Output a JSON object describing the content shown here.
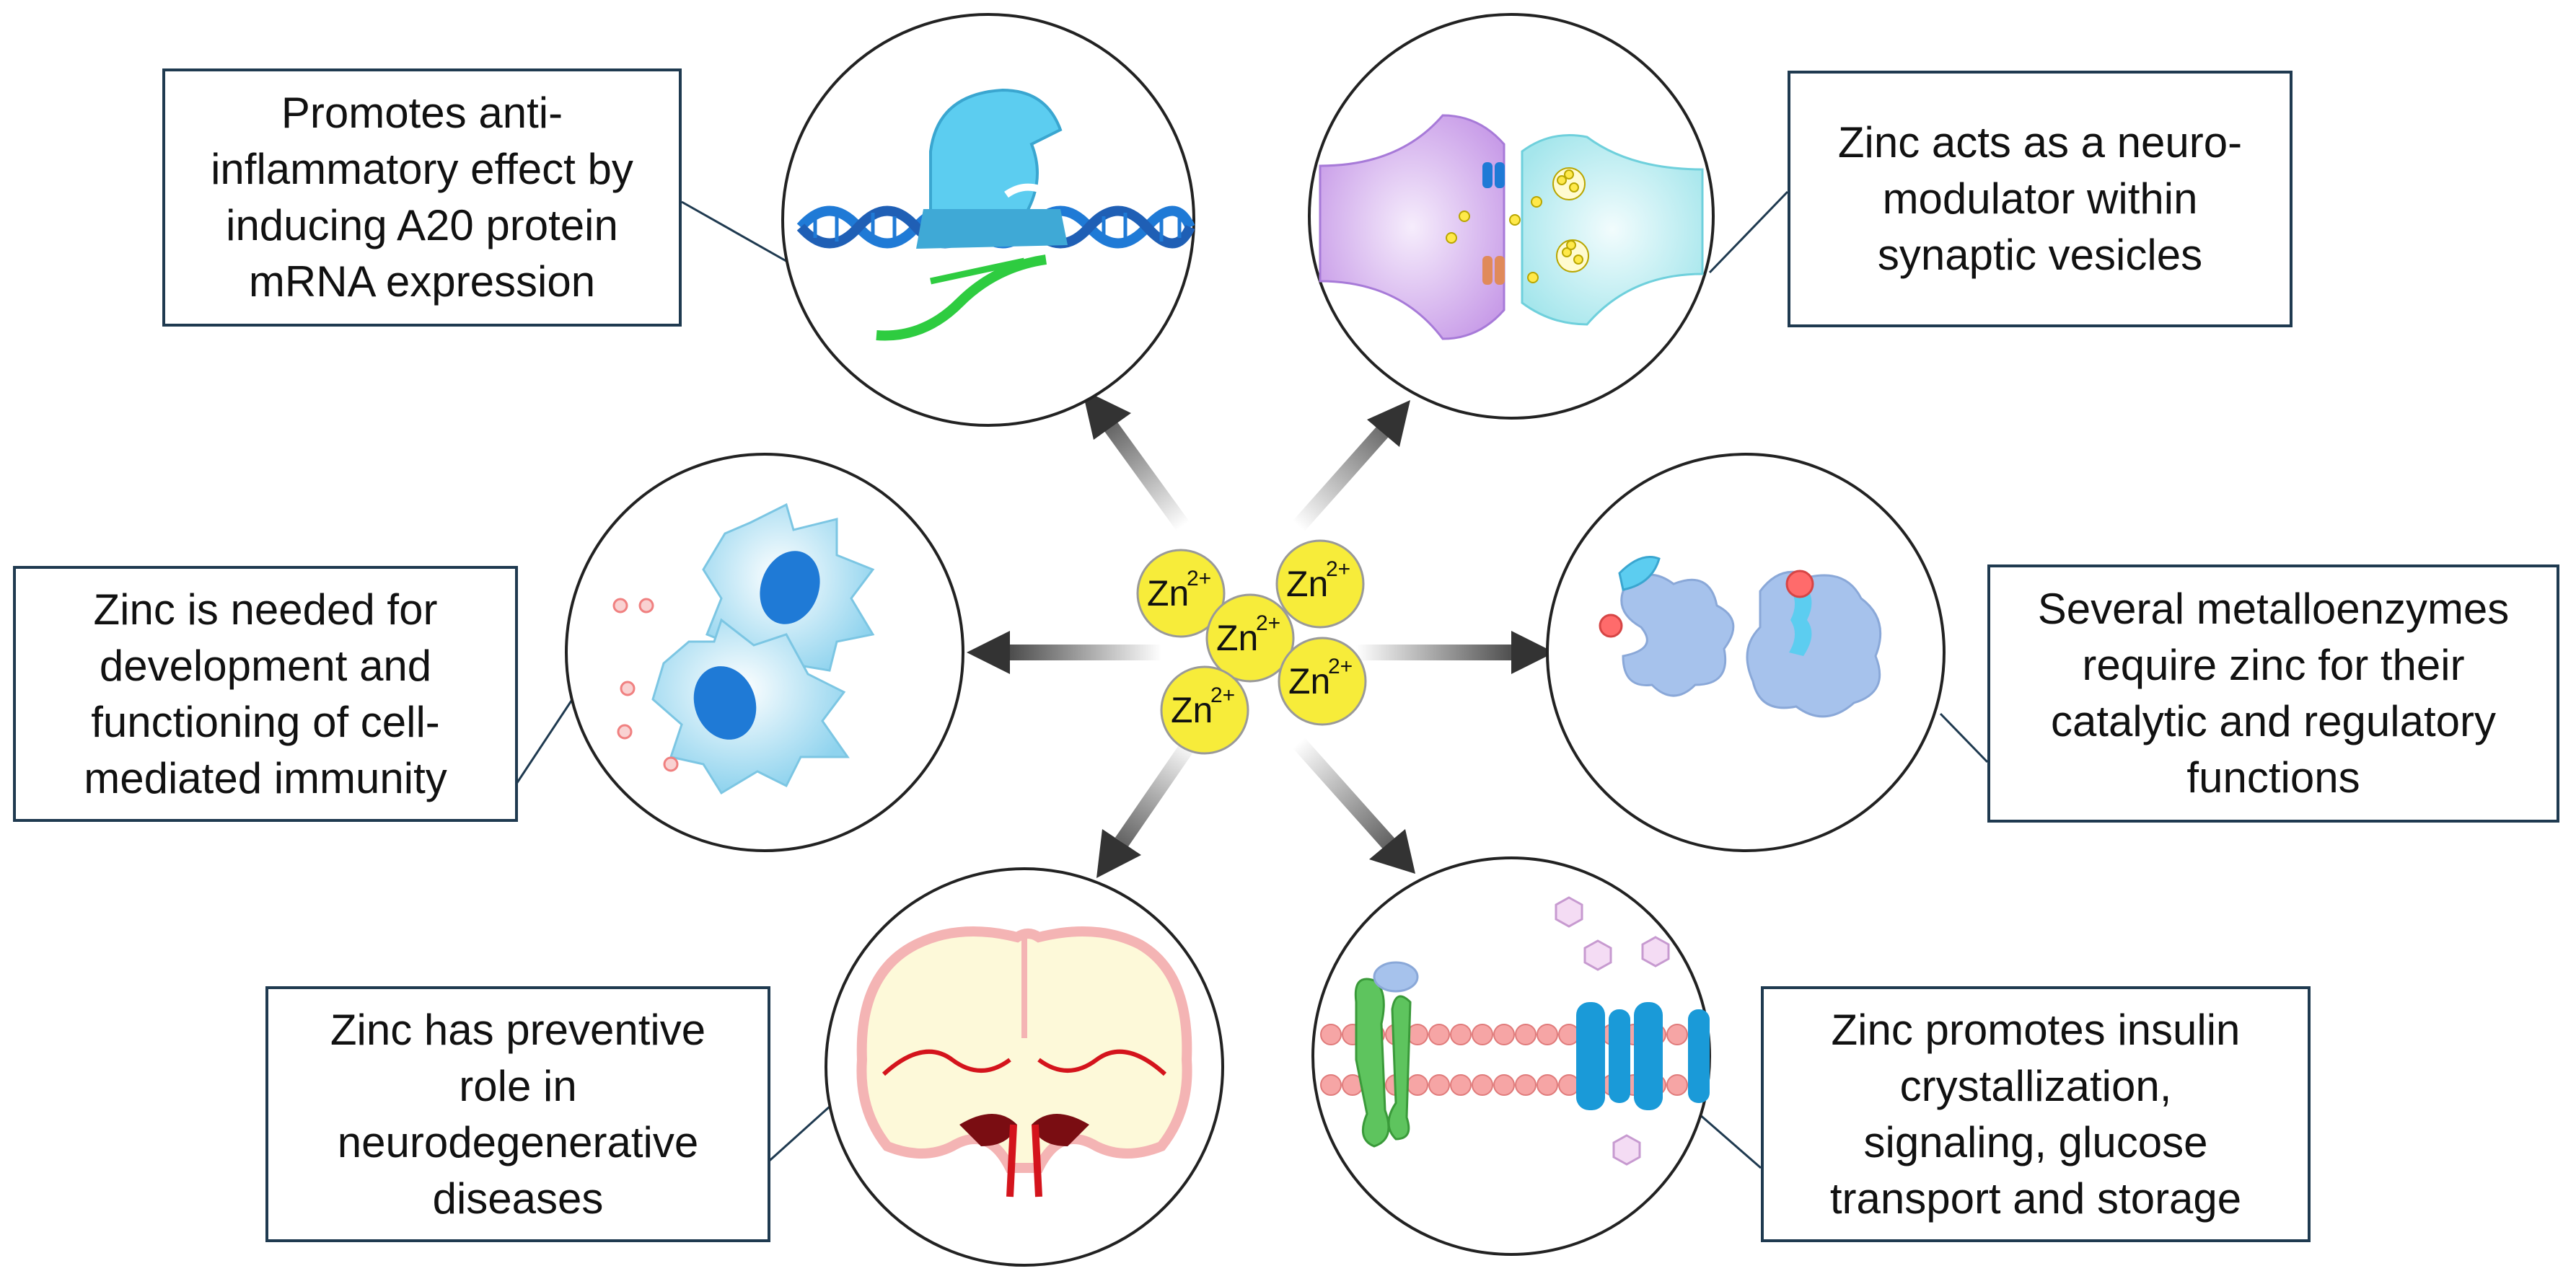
{
  "center": {
    "ion_label": "Zn",
    "ion_charge": "2+",
    "ion_count": 5,
    "ion_color": "#f7ec3a"
  },
  "boxes": {
    "gene_expression": [
      "Promotes anti-",
      "inflammatory effect by",
      "inducing A20 protein",
      "mRNA expression"
    ],
    "neuromodulator": [
      "Zinc acts as a neuro-",
      "modulator within",
      "synaptic vesicles"
    ],
    "immunity": [
      "Zinc is needed for",
      "development and",
      "functioning of cell-",
      "mediated immunity"
    ],
    "metalloenzymes": [
      "Several metalloenzymes",
      "require zinc for their",
      "catalytic and regulatory",
      "functions"
    ],
    "neurodegenerative": [
      "Zinc has preventive",
      "role in",
      "neurodegenerative",
      "diseases"
    ],
    "insulin": [
      "Zinc promotes insulin",
      "crystallization,",
      "signaling, glucose",
      "transport and storage"
    ]
  },
  "icons": {
    "gene_expression": "dna-transcription-icon",
    "neuromodulator": "synapse-icon",
    "immunity": "immune-cells-icon",
    "metalloenzymes": "enzyme-icon",
    "neurodegenerative": "brain-icon",
    "insulin": "cell-membrane-receptor-icon"
  },
  "colors": {
    "box_border": "#1f3a50",
    "arrow": "#333333",
    "dna": "#1f7ad6",
    "protein": "#5ccdf0",
    "cell": "#a9dff2",
    "nucleus": "#1f7ad6",
    "brain": "#fdf9d9",
    "vessel": "#d4141c",
    "membrane": "#f6a5a5"
  }
}
